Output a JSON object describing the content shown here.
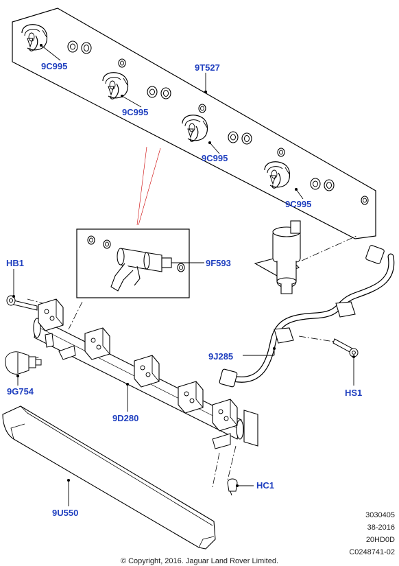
{
  "callouts": {
    "clip_1": "9C995",
    "clip_2": "9C995",
    "clip_3": "9C995",
    "clip_4": "9C995",
    "seal_kit": "9T527",
    "injector": "9F593",
    "bolt_hb1": "HB1",
    "sensor": "9G754",
    "fuel_rail": "9D280",
    "fuel_pipe": "9J285",
    "bolt_hs1": "HS1",
    "clip_hc1": "HC1",
    "cover": "9U550"
  },
  "meta": {
    "line1": "3030405",
    "line2": "38-2016",
    "line3": "20HD0D",
    "line4": "C0248741-02"
  },
  "copyright": "© Copyright, 2016. Jaguar Land Rover Limited.",
  "colors": {
    "callout": "#1f3fbf",
    "line": "#000000",
    "leader": "#cc0000"
  }
}
